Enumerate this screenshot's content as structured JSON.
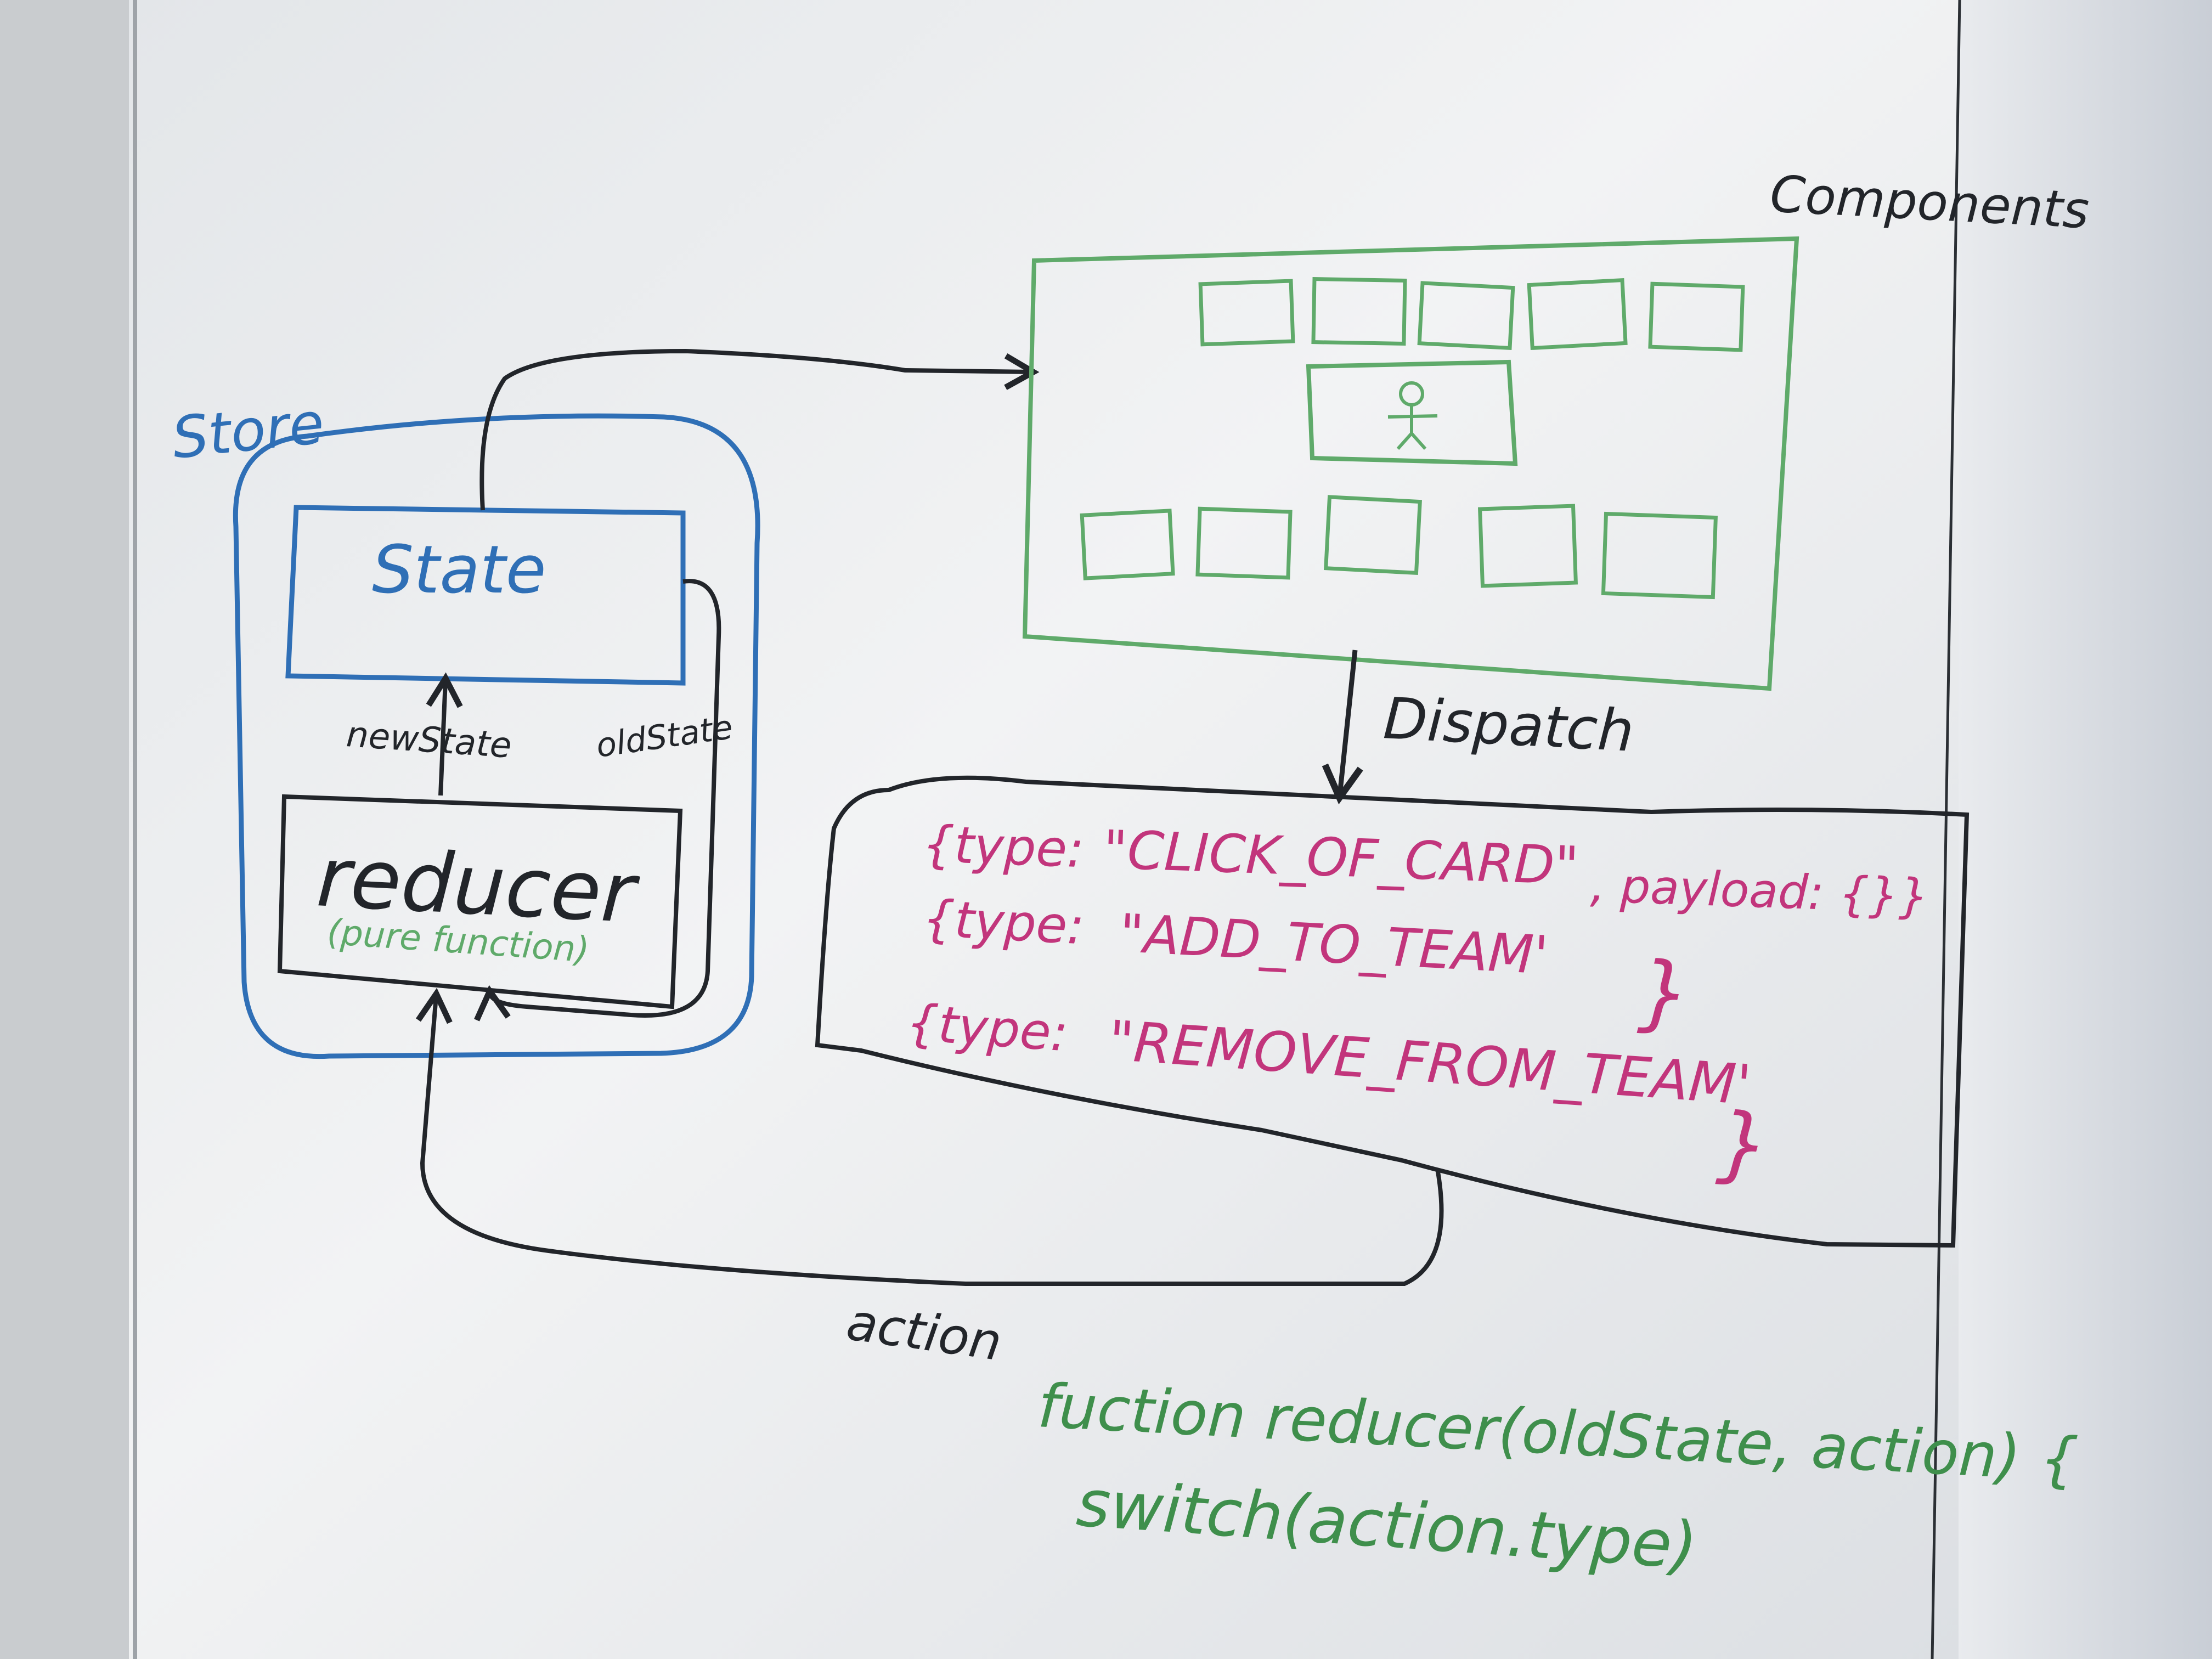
{
  "colors": {
    "ink_blue": "#2f6fb6",
    "ink_black": "#22252a",
    "ink_green": "#5faa6a",
    "ink_magenta": "#c2357c",
    "ink_dark_green": "#3f8f4c",
    "board": "#eef0f2"
  },
  "labels": {
    "store": "Store",
    "state": "State",
    "newstate": "newState",
    "oldstate": "oldState",
    "reducer": "reducer",
    "pure_function": "(pure function)",
    "components": "Components",
    "dispatch": "Dispatch",
    "action": "action"
  },
  "actions": [
    {
      "open": "{type:",
      "value": "\"CLICK_OF_CARD\"",
      "rest": ", payload: {}}"
    },
    {
      "open": "{type:",
      "value": "\"ADD_TO_TEAM'",
      "rest": "}"
    },
    {
      "open": "{type:",
      "value": "\"REMOVE_FROM_TEAM'",
      "rest": "}"
    }
  ],
  "code": {
    "line1": "fuction reducer(oldState, action) {",
    "line2": "switch(action.type)"
  },
  "icons": {
    "person": "stick-figure-icon",
    "card": "card-icon"
  }
}
